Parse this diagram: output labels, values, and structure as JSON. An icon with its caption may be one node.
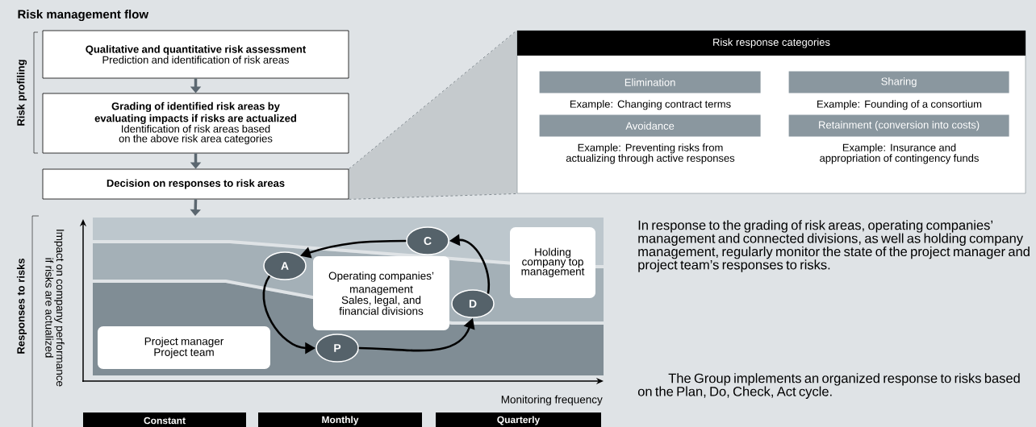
{
  "diagram": {
    "title": "Risk management flow",
    "nodes": [
      {
        "text": [
          "Qualitative and quantitative risk assessment",
          "Prediction and identification of risk areas"
        ]
      },
      {
        "text": [
          "Grading of identified risk areas by evaluating impacts if risks are actualized",
          "Identification of risk areas based on the above risk area categories"
        ]
      },
      {
        "text": [
          "Decision on responses to risk areas"
        ]
      },
      {
        "text": [
          "Risk response categories"
        ]
      },
      {
        "text": [
          "Elimination"
        ],
        "in": 3,
        "beside": [
          "Example: Changing contract terms"
        ]
      },
      {
        "text": [
          "Sharing"
        ],
        "in": 3,
        "beside": [
          "Example: Founding of a consortium"
        ]
      },
      {
        "text": [
          "Avoidance"
        ],
        "in": 3,
        "beside": [
          "Example: Preventing risks from actualizing through active responses"
        ]
      },
      {
        "text": [
          "Retainment (conversion into costs)"
        ],
        "in": 3,
        "beside": [
          "Example: Insurance and appropriation of contingency funds"
        ]
      },
      {
        "text": [
          "Project manager Project team"
        ]
      },
      {
        "text": [
          "Operating companies’ management",
          "Sales, legal, and financial divisions"
        ]
      },
      {
        "text": [
          "Holding company top management"
        ]
      },
      {
        "text": [
          "A"
        ]
      },
      {
        "text": [
          "P"
        ]
      },
      {
        "text": [
          "D"
        ]
      },
      {
        "text": [
          "C"
        ]
      },
      {
        "text": [
          "Constant"
        ]
      },
      {
        "text": [
          "Monthly"
        ]
      },
      {
        "text": [
          "Quarterly"
        ]
      }
    ],
    "edges": [
      {
        "from": 0,
        "to": 1,
        "arrow": "to",
        "color": "#5b6770"
      },
      {
        "from": 1,
        "to": 2,
        "arrow": "to",
        "color": "#5b6770"
      },
      {
        "from": 2,
        "to": null,
        "arrow": "to",
        "color": "#5b6770"
      },
      {
        "from": 11,
        "to": 12,
        "arrow": "to"
      },
      {
        "from": 12,
        "to": 13,
        "arrow": "to"
      },
      {
        "from": 13,
        "to": 14,
        "arrow": "to"
      },
      {
        "from": 14,
        "to": 11,
        "arrow": "to"
      },
      {
        "from": 2,
        "to": 3,
        "arrow": "none",
        "style": "dashed",
        "color": "#6b757b"
      },
      {
        "from": 2,
        "to": 3,
        "arrow": "none",
        "style": "dashed",
        "color": "#6b757b"
      }
    ],
    "labels": [
      "Risk profiling",
      "Responses to risks",
      "Impact on company performance if risks are actualized",
      "Monitoring frequency",
      "In response to the grading of risk areas, operating companies’ management and connected divisions, as well as holding company management, regularly monitor the state of the project manager and project team’s responses to risks.",
      "The Group implements an organized response to risks based on the Plan, Do, Check, Act cycle."
    ]
  }
}
